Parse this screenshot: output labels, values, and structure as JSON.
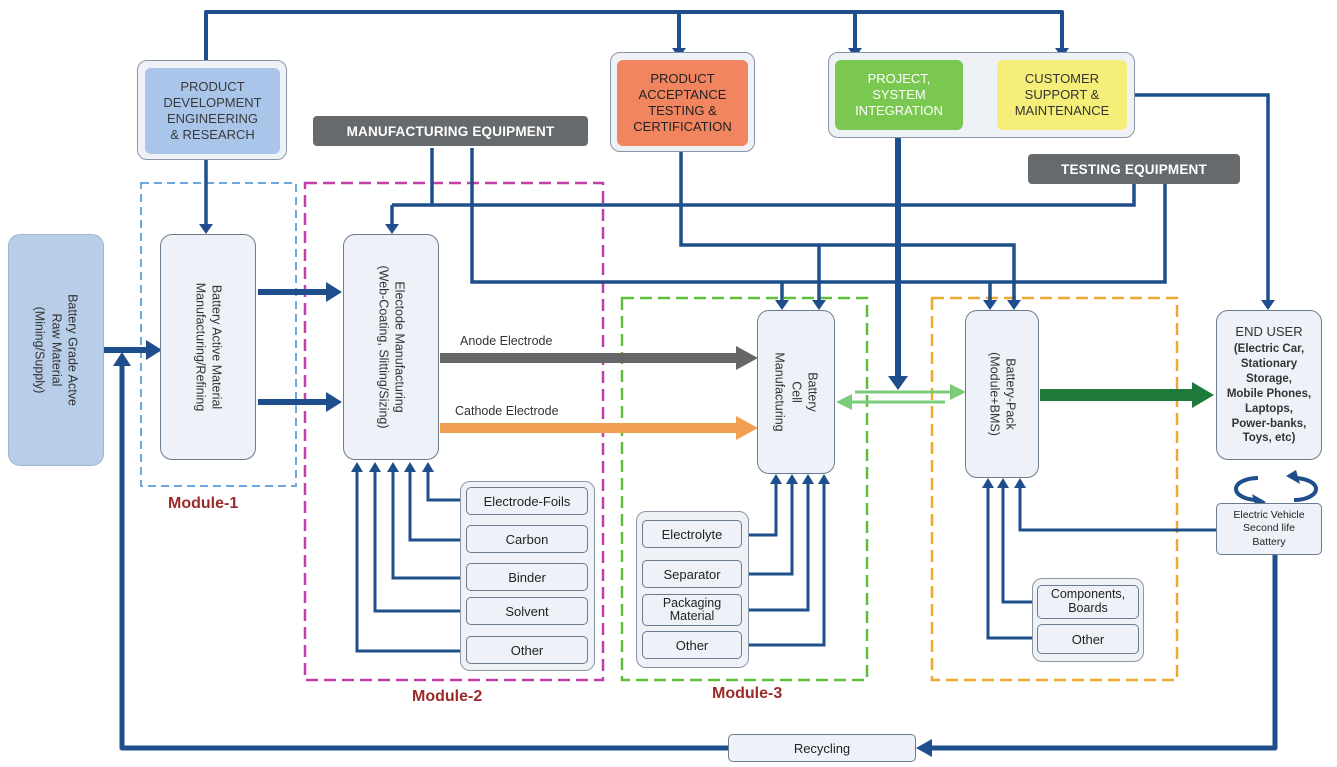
{
  "nodes": {
    "raw_material": "Battery Grade Actve\nRaw Material\n(Mining/Supply)",
    "active_material": "Battery Active Material\nManufacturing/Refining",
    "electrode_mfg": "Electode Manufacturing\n(Web-Coating, Slitting/Sizing)",
    "cell_mfg": "Battery\nCell\nManufacturing",
    "pack": "Battery-Pack\n(Module+BMS)",
    "end_user_title": "END USER",
    "end_user_list": "(Electric Car,\nStationary\nStorage,\nMobile Phones,\nLaptops,\nPower-banks,\nToys, etc)",
    "second_life": "Electric Vehicle\nSecond life\nBattery",
    "recycling": "Recycling"
  },
  "headers": {
    "product_dev": "PRODUCT\nDEVELOPMENT\nENGINEERING\n& RESEARCH",
    "manufacturing_equipment": "MANUFACTURING EQUIPMENT",
    "acceptance": "PRODUCT\nACCEPTANCE\nTESTING &\nCERTIFICATION",
    "integration": "PROJECT,\nSYSTEM\nINTEGRATION",
    "customer_support": "CUSTOMER\nSUPPORT &\nMAINTENANCE",
    "testing_equipment": "TESTING EQUIPMENT"
  },
  "inputs": {
    "module2": [
      "Electrode-Foils",
      "Carbon",
      "Binder",
      "Solvent",
      "Other"
    ],
    "module3": [
      "Electrolyte",
      "Separator",
      "Packaging\nMaterial",
      "Other"
    ],
    "pack": [
      "Components,\nBoards",
      "Other"
    ]
  },
  "arrow_labels": {
    "anode": "Anode Electrode",
    "cathode": "Cathode Electrode"
  },
  "modules": {
    "m1": "Module-1",
    "m2": "Module-2",
    "m3": "Module-3"
  },
  "colors": {
    "flow": "#1f4e8c",
    "module1": "#6aa9e0",
    "module2": "#c040a8",
    "module3": "#5fbf3a",
    "module4": "#f0a830",
    "anode": "#666666",
    "cathode": "#f0a050",
    "pack_to_user": "#1e7a3a",
    "cell_pack_link": "#7acc7a",
    "product_dev": "#a9c6ea",
    "acceptance": "#f08560",
    "integration": "#7bc850",
    "customer_support": "#f5ef7a"
  }
}
